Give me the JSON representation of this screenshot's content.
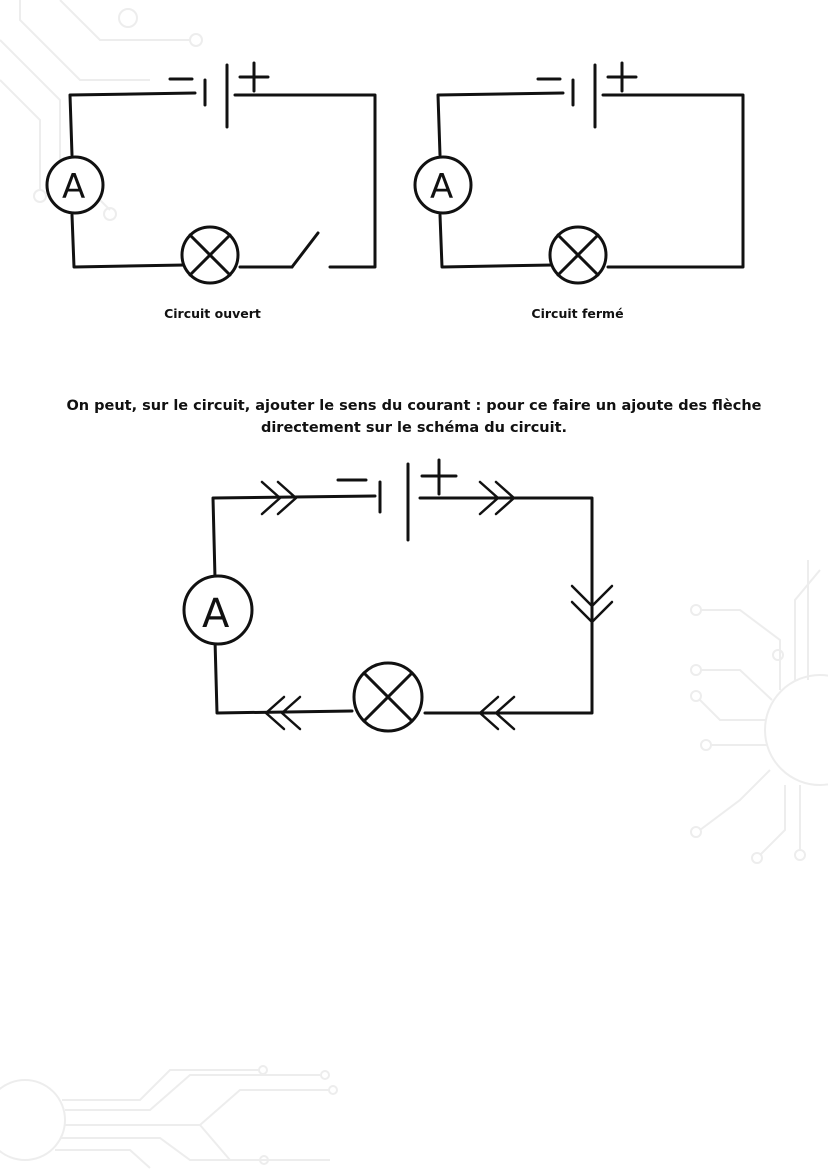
{
  "page": {
    "caption_open": "Circuit ouvert",
    "caption_closed": "Circuit fermé",
    "paragraph": "On peut, sur le circuit, ajouter le sens du courant : pour ce faire un ajoute des flèche directement sur le schéma du circuit."
  },
  "symbols": {
    "ammeter_letter": "A",
    "battery_minus": "−",
    "battery_plus": "+"
  },
  "colors": {
    "ink": "#111111",
    "decoration": "#ececec",
    "background": "#ffffff"
  }
}
